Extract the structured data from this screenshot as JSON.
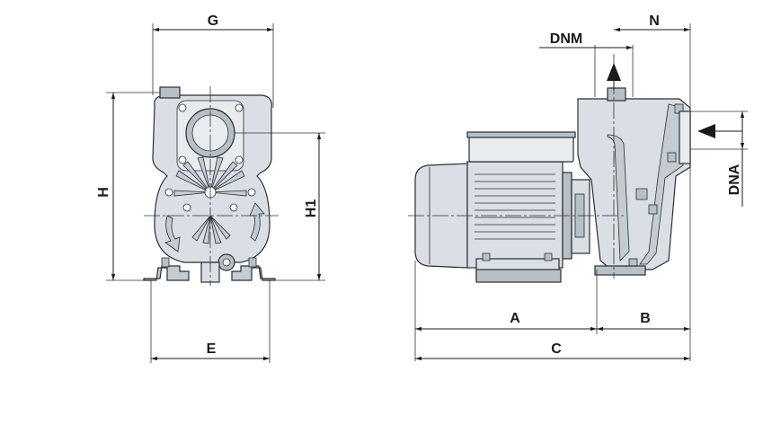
{
  "labels": {
    "G": "G",
    "H": "H",
    "H1": "H1",
    "E": "E",
    "DNM": "DNM",
    "N": "N",
    "DNA": "DNA",
    "A": "A",
    "B": "B",
    "C": "C"
  },
  "colors": {
    "body": "#d9dfe4",
    "outline": "#2a2f33",
    "dimension": "#1a1a1a"
  }
}
